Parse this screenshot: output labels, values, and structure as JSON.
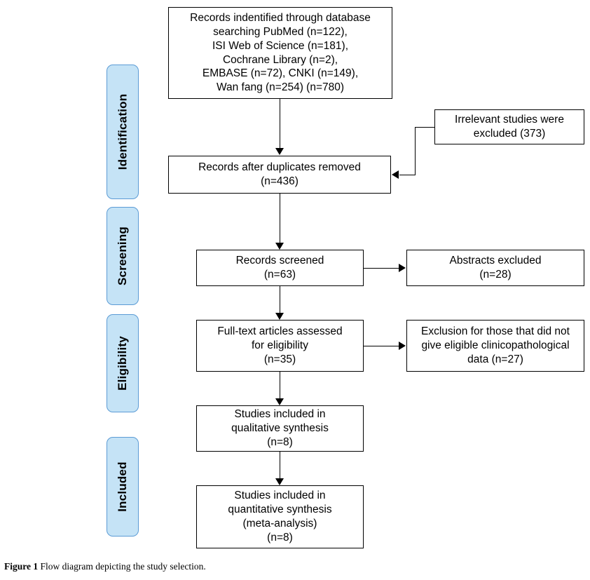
{
  "figure": {
    "caption_label": "Figure 1",
    "caption_text": "Flow diagram depicting the study selection."
  },
  "colors": {
    "stage_fill": "#c5e3f6",
    "stage_border": "#5b9bd5",
    "box_border": "#000000",
    "background": "#ffffff"
  },
  "stages": [
    {
      "label": "Identification"
    },
    {
      "label": "Screening"
    },
    {
      "label": "Eligibility"
    },
    {
      "label": "Included"
    }
  ],
  "chart_data": {
    "type": "diagram",
    "title": "PRISMA study selection flow diagram",
    "nodes": [
      {
        "id": "records-identified",
        "text": "Records indentified through database\nsearching PubMed (n=122),\nISI Web of Science (n=181),\nCochrane Library (n=2),\nEMBASE (n=72), CNKI (n=149),\nWan fang (n=254) (n=780)",
        "stage": "Identification",
        "count": 780,
        "sources": [
          {
            "name": "PubMed",
            "n": 122
          },
          {
            "name": "ISI Web of Science",
            "n": 181
          },
          {
            "name": "Cochrane Library",
            "n": 2
          },
          {
            "name": "EMBASE",
            "n": 72
          },
          {
            "name": "CNKI",
            "n": 149
          },
          {
            "name": "Wan fang",
            "n": 254
          }
        ]
      },
      {
        "id": "irrelevant-excluded",
        "text": "Irrelevant studies were\nexcluded (373)",
        "stage": "Identification",
        "count": 373
      },
      {
        "id": "after-duplicates",
        "text": "Records after duplicates removed\n(n=436)",
        "stage": "Screening",
        "count": 436
      },
      {
        "id": "records-screened",
        "text": "Records screened\n(n=63)",
        "stage": "Screening",
        "count": 63
      },
      {
        "id": "abstracts-excluded",
        "text": "Abstracts excluded\n(n=28)",
        "stage": "Screening",
        "count": 28
      },
      {
        "id": "fulltext-assessed",
        "text": "Full-text articles assessed\nfor eligibility\n(n=35)",
        "stage": "Eligibility",
        "count": 35
      },
      {
        "id": "fulltext-excluded",
        "text": "Exclusion for those that did not\ngive eligible clinicopathological\ndata (n=27)",
        "stage": "Eligibility",
        "count": 27
      },
      {
        "id": "qualitative-synthesis",
        "text": "Studies included in\nqualitative synthesis\n(n=8)",
        "stage": "Included",
        "count": 8
      },
      {
        "id": "quantitative-synthesis",
        "text": "Studies included in\nquantitative synthesis\n(meta-analysis)\n(n=8)",
        "stage": "Included",
        "count": 8
      }
    ],
    "edges": [
      {
        "from": "records-identified",
        "to": "after-duplicates",
        "direction": "down"
      },
      {
        "from": "irrelevant-excluded",
        "to": "after-duplicates",
        "direction": "left"
      },
      {
        "from": "after-duplicates",
        "to": "records-screened",
        "direction": "down"
      },
      {
        "from": "records-screened",
        "to": "abstracts-excluded",
        "direction": "right"
      },
      {
        "from": "records-screened",
        "to": "fulltext-assessed",
        "direction": "down"
      },
      {
        "from": "fulltext-assessed",
        "to": "fulltext-excluded",
        "direction": "right"
      },
      {
        "from": "fulltext-assessed",
        "to": "qualitative-synthesis",
        "direction": "down"
      },
      {
        "from": "qualitative-synthesis",
        "to": "quantitative-synthesis",
        "direction": "down"
      }
    ]
  }
}
